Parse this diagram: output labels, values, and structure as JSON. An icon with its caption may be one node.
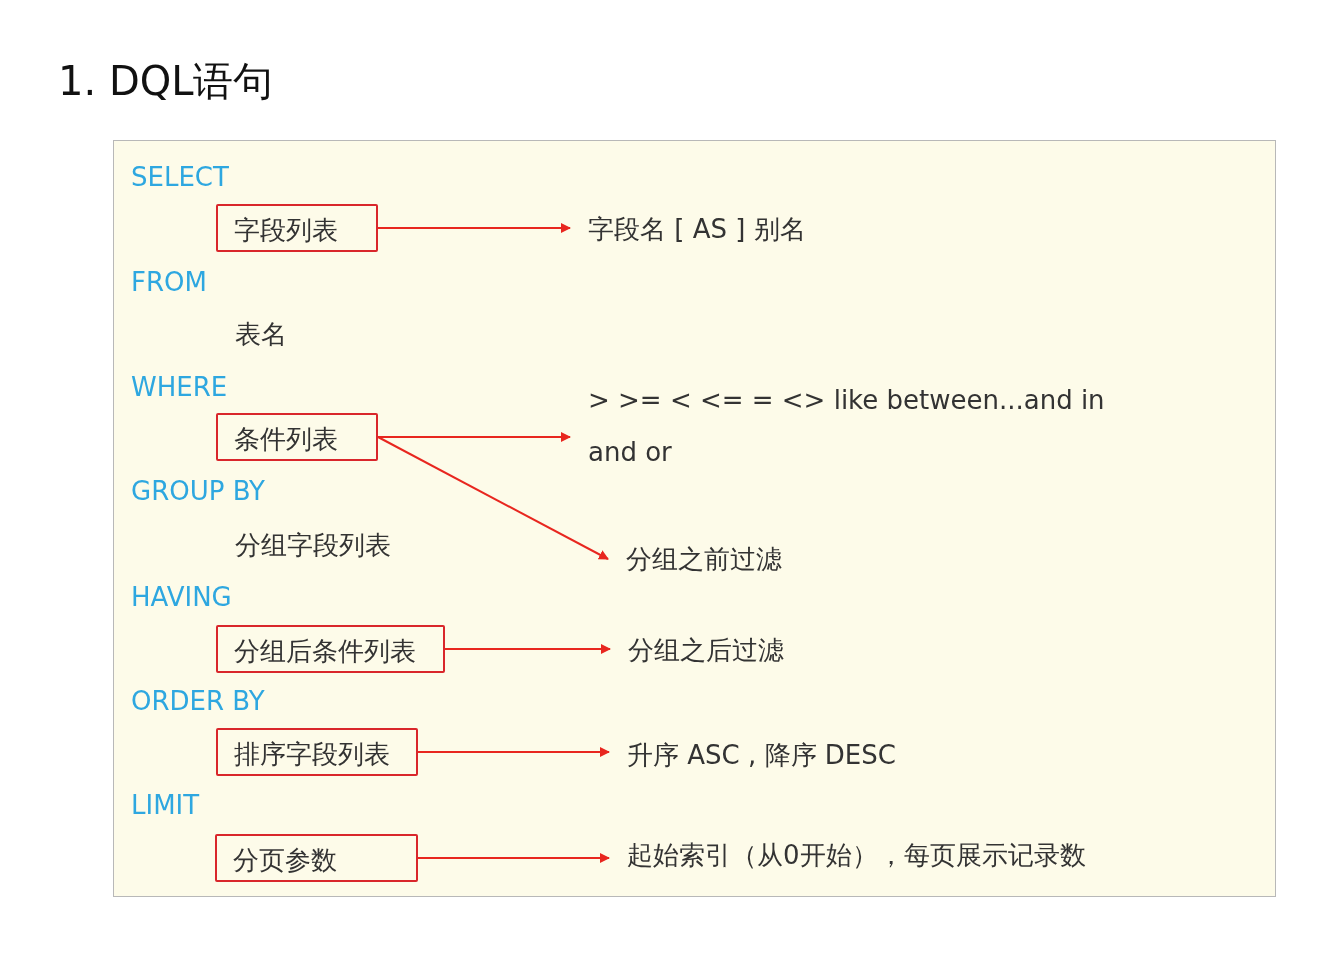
{
  "diagram": {
    "title": "1. DQL语句",
    "nodes": [
      {
        "text": [
          "字段列表"
        ]
      },
      {
        "text": [
          "字段名 [ AS ] 别名"
        ]
      },
      {
        "text": [
          "条件列表"
        ]
      },
      {
        "text": [
          "> >= < <= = <> like between...and in",
          "and or"
        ]
      },
      {
        "text": [
          "分组之前过滤"
        ]
      },
      {
        "text": [
          "分组后条件列表"
        ]
      },
      {
        "text": [
          "分组之后过滤"
        ]
      },
      {
        "text": [
          "排序字段列表"
        ]
      },
      {
        "text": [
          "升序 ASC , 降序 DESC"
        ]
      },
      {
        "text": [
          "分页参数"
        ]
      },
      {
        "text": [
          "起始索引（从0开始），每页展示记录数"
        ]
      }
    ],
    "edges": [
      {
        "from": 0,
        "to": 1,
        "arrow": "to"
      },
      {
        "from": 2,
        "to": 3,
        "arrow": "to"
      },
      {
        "from": 2,
        "to": 4,
        "arrow": "to"
      },
      {
        "from": 5,
        "to": 6,
        "arrow": "to"
      },
      {
        "from": 7,
        "to": 8,
        "arrow": "to"
      },
      {
        "from": 9,
        "to": 10,
        "arrow": "to"
      }
    ],
    "labels": [
      "SELECT",
      "FROM",
      "表名",
      "WHERE",
      "GROUP BY",
      "分组字段列表",
      "HAVING",
      "ORDER BY",
      "LIMIT"
    ]
  }
}
